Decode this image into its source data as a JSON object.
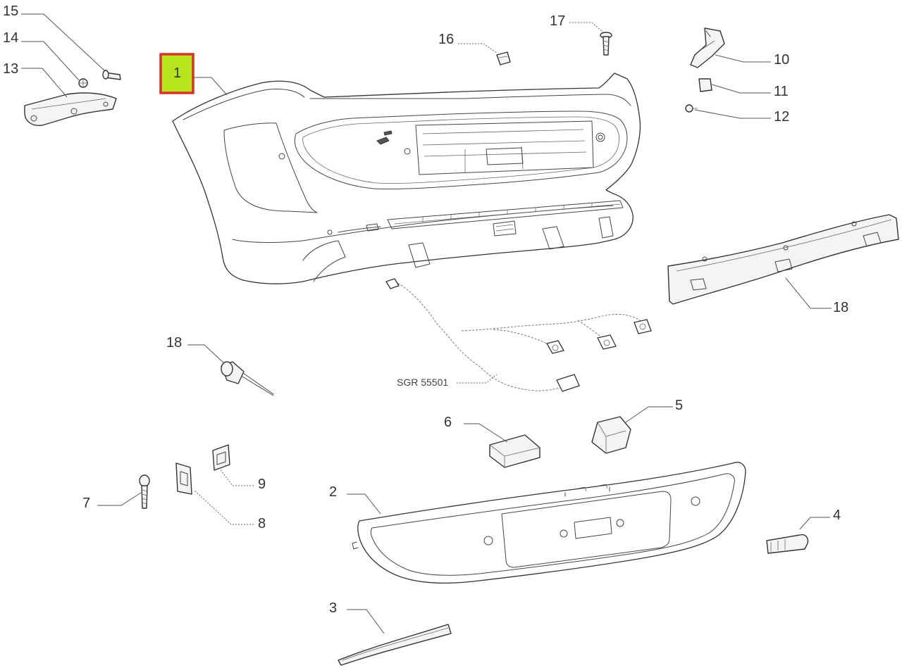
{
  "callouts": {
    "c1": "1",
    "c2": "2",
    "c3": "3",
    "c4": "4",
    "c5": "5",
    "c6": "6",
    "c7": "7",
    "c8": "8",
    "c9": "9",
    "c10": "10",
    "c11": "11",
    "c12": "12",
    "c13": "13",
    "c14": "14",
    "c15": "15",
    "c16": "16",
    "c17": "17",
    "c18a": "18",
    "c18b": "18"
  },
  "wiring_ref": "SGR 55501",
  "colors": {
    "highlight_fill": "#b6e51b",
    "highlight_border": "#d9302a"
  },
  "highlighted_part": "1"
}
